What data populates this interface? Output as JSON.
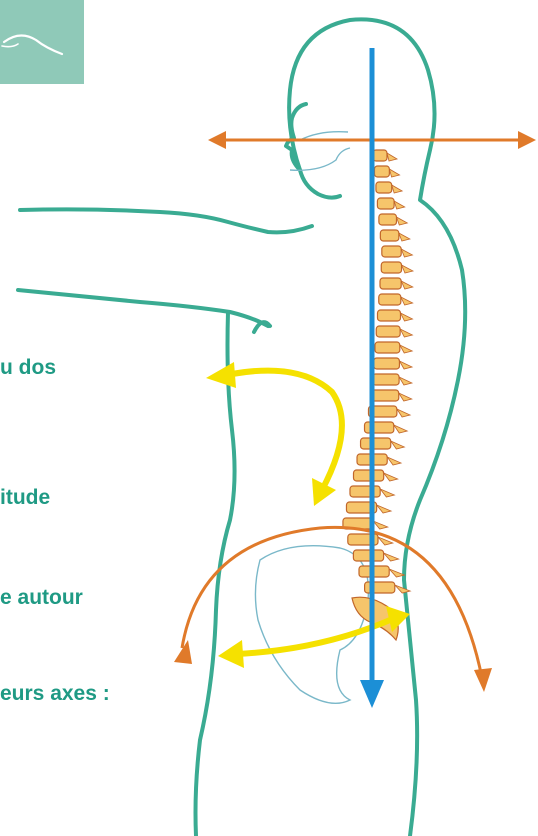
{
  "colors": {
    "body_outline": "#3aab92",
    "vertical_axis": "#1c8fd6",
    "orbit_arrow": "#e07a2a",
    "yellow_arrow": "#f5e100",
    "spine_light": "#f6c56b",
    "spine_dark": "#c1662a",
    "label_text": "#1f9a84",
    "corner_tile": "#8fc9b8"
  },
  "labels": [
    "u dos",
    "itude",
    "e autour",
    "eurs axes :"
  ]
}
